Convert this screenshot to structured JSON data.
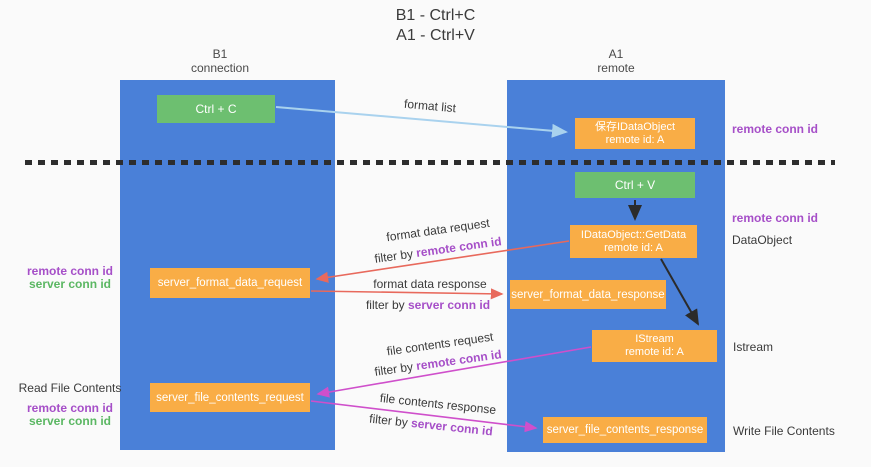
{
  "title": {
    "line1": "B1 - Ctrl+C",
    "line2": "A1 - Ctrl+V"
  },
  "columns": {
    "left": {
      "name": "B1",
      "role": "connection"
    },
    "right": {
      "name": "A1",
      "role": "remote"
    }
  },
  "boxes": {
    "ctrl_c": "Ctrl + C",
    "ctrl_v": "Ctrl + V",
    "save_idataobject": {
      "line1": "保存IDataObject",
      "line2": "remote id: A"
    },
    "getdata": {
      "line1": "IDataObject::GetData",
      "line2": "remote id: A"
    },
    "istream": {
      "line1": "IStream",
      "line2": "remote id: A"
    },
    "server_format_data_request": "server_format_data_request",
    "server_format_data_response": "server_format_data_response",
    "server_file_contents_request": "server_file_contents_request",
    "server_file_contents_response": "server_file_contents_response"
  },
  "arrow_labels": {
    "format_list": "format list",
    "format_data_request": "format data request",
    "format_data_response": "format data response",
    "file_contents_request": "file contents request",
    "file_contents_response": "file contents response",
    "filter_prefix": "filter by",
    "remote_conn_id": "remote conn id",
    "server_conn_id": "server conn id"
  },
  "side_labels": {
    "right_remote_conn_id_top": "remote conn id",
    "right_remote_conn_id_mid": "remote conn id",
    "dataobject": "DataObject",
    "istream": "Istream",
    "write_file_contents": "Write File Contents",
    "left_remote_conn_id_1": "remote conn id",
    "left_server_conn_id_1": "server conn id",
    "read_file_contents": "Read File Contents",
    "left_remote_conn_id_2": "remote conn id",
    "left_server_conn_id_2": "server conn id"
  },
  "colors": {
    "lifeline_blue": "#4a80d8",
    "box_green": "#6dbf70",
    "box_orange": "#f9ad46",
    "arrow_blue": "#a9d2ee",
    "arrow_salmon": "#e8695c",
    "arrow_magenta": "#cf4fcb",
    "text_purple": "#a64fc8",
    "text_green": "#5bb763"
  }
}
